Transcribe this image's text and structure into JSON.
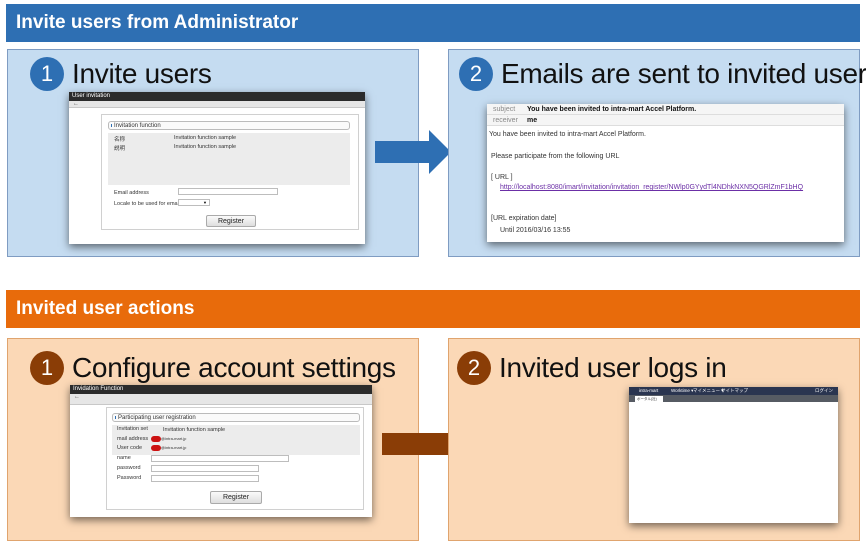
{
  "sections": {
    "admin": {
      "title": "Invite users from Administrator",
      "steps": [
        {
          "number": "1",
          "title": "Invite users"
        },
        {
          "number": "2",
          "title": "Emails are sent to invited users"
        }
      ]
    },
    "user": {
      "title": "Invited user actions",
      "steps": [
        {
          "number": "1",
          "title": "Configure account settings"
        },
        {
          "number": "2",
          "title": "Invited user logs in"
        }
      ]
    }
  },
  "invite_screen": {
    "window_title": "User invitation",
    "back": "←",
    "section_label": "Invitation function",
    "rows": [
      {
        "label": "名称",
        "value": "Invitation function sample"
      },
      {
        "label": "説明",
        "value": "Invitation function sample"
      }
    ],
    "email_label": "Email address",
    "locale_label": "Locale to be used for email",
    "locale_caret": "▼",
    "register_label": "Register"
  },
  "email_screen": {
    "subject_key": "subject",
    "subject_value": "You have been invited to intra-mart Accel Platform.",
    "receiver_key": "receiver",
    "receiver_value": "me",
    "body_line1": "You have been invited to intra-mart Accel Platform.",
    "body_line2": "Please participate from the following URL",
    "url_label": "[ URL ]",
    "url": "http://localhost:8080/imart/invitation/invitation_register/NWlp0GYydTl4NDhkNXN5QGRlZmF1bHQ",
    "expiry_label": "[URL expiration date]",
    "expiry_value": "Until 2016/03/16 13:55"
  },
  "register_screen": {
    "window_title": "Invidation Function",
    "back": "←",
    "section_label": "Participating user registration",
    "rows": [
      {
        "label": "Invitation set",
        "value": "Invitation function sample"
      },
      {
        "label": "mail address",
        "value": "@intra-mart.jp"
      },
      {
        "label": "User code",
        "value": "@intra-mart.jp"
      }
    ],
    "name_label": "name",
    "password_label": "password",
    "password2_label": "Password",
    "register_label": "Register",
    "redaction_color": "#cc1111"
  },
  "login_screen": {
    "brand": "intra-mart",
    "menu1": "Worktime ▾",
    "menu2": "マイメニュー ▾",
    "menu3": "サイトマップ",
    "user_label": "ログイン",
    "tab_label": "ポータル(社)"
  },
  "colors": {
    "admin_header": "#2e6fb3",
    "user_header": "#e86b0b",
    "admin_panel": "#c5dcf1",
    "user_panel": "#fbd8b6",
    "admin_arrow": "#2e6fb3",
    "user_arrow": "#8a3d06"
  }
}
